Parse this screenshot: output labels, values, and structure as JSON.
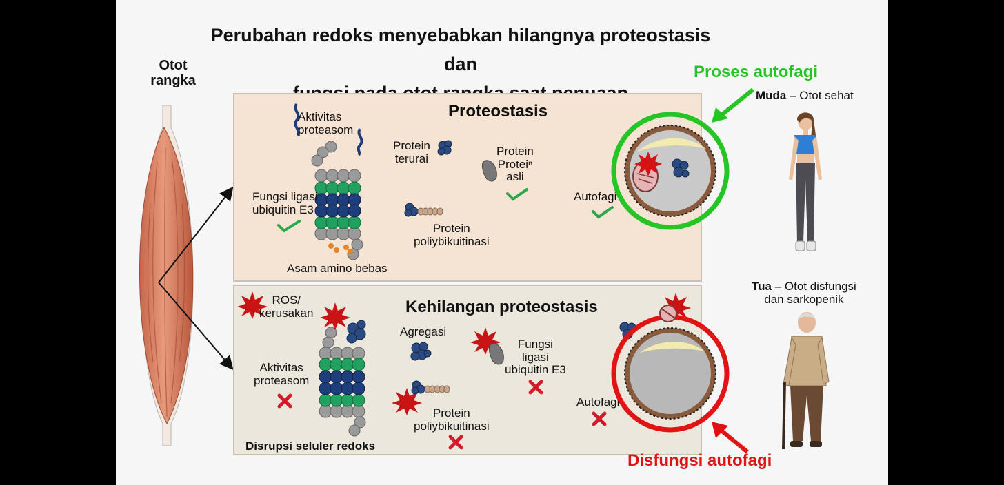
{
  "title": {
    "line1": "Perubahan redoks menyebabkan hilangnya proteostasis dan",
    "line2": "fungsi pada otot rangka saat penuaan"
  },
  "muscle": {
    "label_line1": "Otot",
    "label_line2": "rangka"
  },
  "top_panel": {
    "heading": "Proteostasis",
    "proteasome_activity_l1": "Aktivitas",
    "proteasome_activity_l2": "proteasom",
    "e3_l1": "Fungsi ligasi",
    "e3_l2": "ubiquitin E3",
    "free_amino": "Asam amino bebas",
    "unfolded_l1": "Protein",
    "unfolded_l2": "terurai",
    "native_l1": "Protein",
    "native_l2": "Proteiⁿ",
    "native_l3": "asli",
    "polyub_l1": "Protein",
    "polyub_l2": "poliybikuitinasi",
    "autophagy": "Autofagi",
    "status_color": "#27c425"
  },
  "bottom_panel": {
    "heading": "Kehilangan proteostasis",
    "ros_l1": "ROS/",
    "ros_l2": "kerusakan",
    "proteasome_activity_l1": "Aktivitas",
    "proteasome_activity_l2": "proteasom",
    "aggregation": "Agregasi",
    "e3_l1": "Fungsi",
    "e3_l2": "ligasi",
    "e3_l3": "ubiquitin E3",
    "polyub_l1": "Protein",
    "polyub_l2": "poliybikuitinasi",
    "autophagy": "Autofagi",
    "footer": "Disrupsi seluler redoks",
    "status_color": "#e01414"
  },
  "callouts": {
    "autophagy_process": "Proses autofagi",
    "autophagy_dysfunction": "Disfungsi autofagi",
    "green": "#27c425",
    "red": "#e01414"
  },
  "young": {
    "bold": "Muda",
    "rest": " – Otot sehat"
  },
  "old": {
    "bold": "Tua",
    "rest_l1": " – Otot disfungsi",
    "line2": "dan sarkopenik"
  }
}
